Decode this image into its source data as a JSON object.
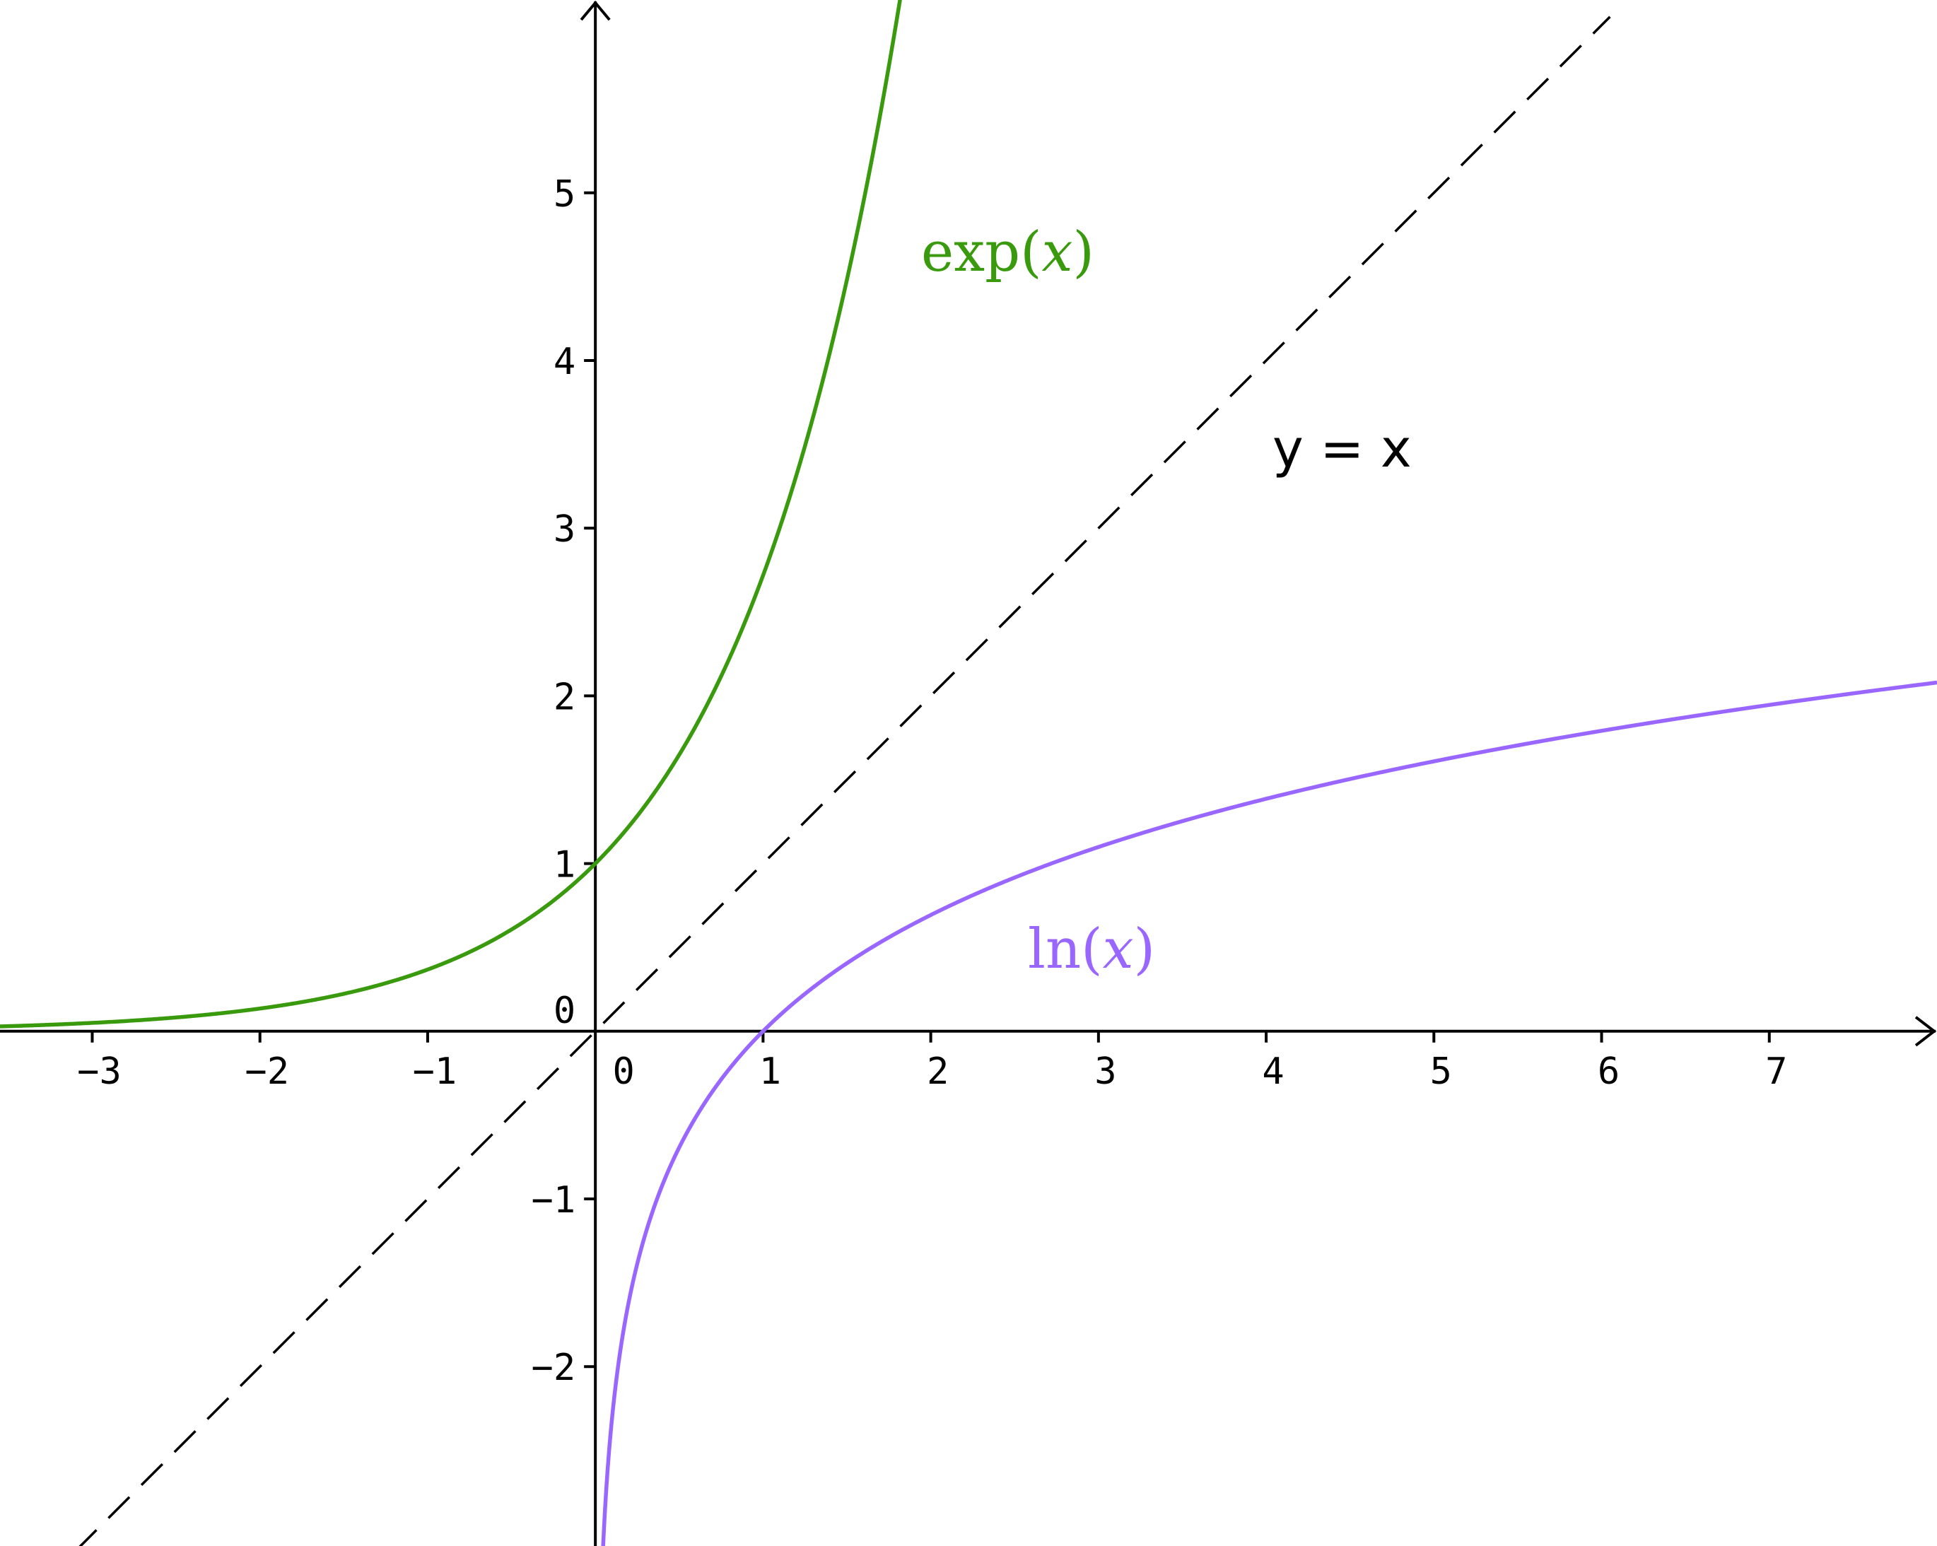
{
  "chart_data": {
    "type": "line",
    "title": "",
    "xlabel": "",
    "ylabel": "",
    "xlim": [
      -3.55,
      8.0
    ],
    "ylim": [
      -3.07,
      6.15
    ],
    "x_ticks": [
      -3,
      -2,
      -1,
      0,
      1,
      2,
      3,
      4,
      5,
      6,
      7
    ],
    "y_ticks": [
      -2,
      -1,
      0,
      1,
      2,
      3,
      4,
      5
    ],
    "x_tick_labels": [
      "−3",
      "−2",
      "−1",
      "0",
      "1",
      "2",
      "3",
      "4",
      "5",
      "6",
      "7"
    ],
    "y_tick_labels": [
      "−2",
      "−1",
      "0",
      "1",
      "2",
      "3",
      "4",
      "5"
    ],
    "grid": false,
    "series": [
      {
        "name": "exp(x)",
        "function": "exp",
        "color": "#3a9a0e",
        "style": "solid",
        "label_parts": [
          "exp(",
          "x",
          ")"
        ],
        "x": [
          -3.5,
          -3,
          -2.5,
          -2,
          -1.5,
          -1,
          -0.5,
          0,
          0.5,
          1,
          1.5,
          1.8
        ],
        "y": [
          0.03,
          0.05,
          0.08,
          0.135,
          0.22,
          0.37,
          0.61,
          1.0,
          1.65,
          2.72,
          4.48,
          6.05
        ]
      },
      {
        "name": "ln(x)",
        "function": "ln",
        "color": "#9966ff",
        "style": "solid",
        "label_parts": [
          "ln(",
          "x",
          ")"
        ],
        "x": [
          0.045,
          0.1,
          0.25,
          0.5,
          1,
          2,
          3,
          4,
          5,
          6,
          7,
          8
        ],
        "y": [
          -3.1,
          -2.3,
          -1.39,
          -0.69,
          0,
          0.69,
          1.1,
          1.39,
          1.61,
          1.79,
          1.95,
          2.08
        ]
      },
      {
        "name": "y = x",
        "function": "identity",
        "color": "#000000",
        "style": "dashed",
        "x": [
          -3.1,
          6.05
        ],
        "y": [
          -3.1,
          6.05
        ]
      }
    ],
    "colors": {
      "axis": "#000000",
      "exp": "#3a9a0e",
      "ln": "#9966ff",
      "identity": "#000000"
    }
  }
}
